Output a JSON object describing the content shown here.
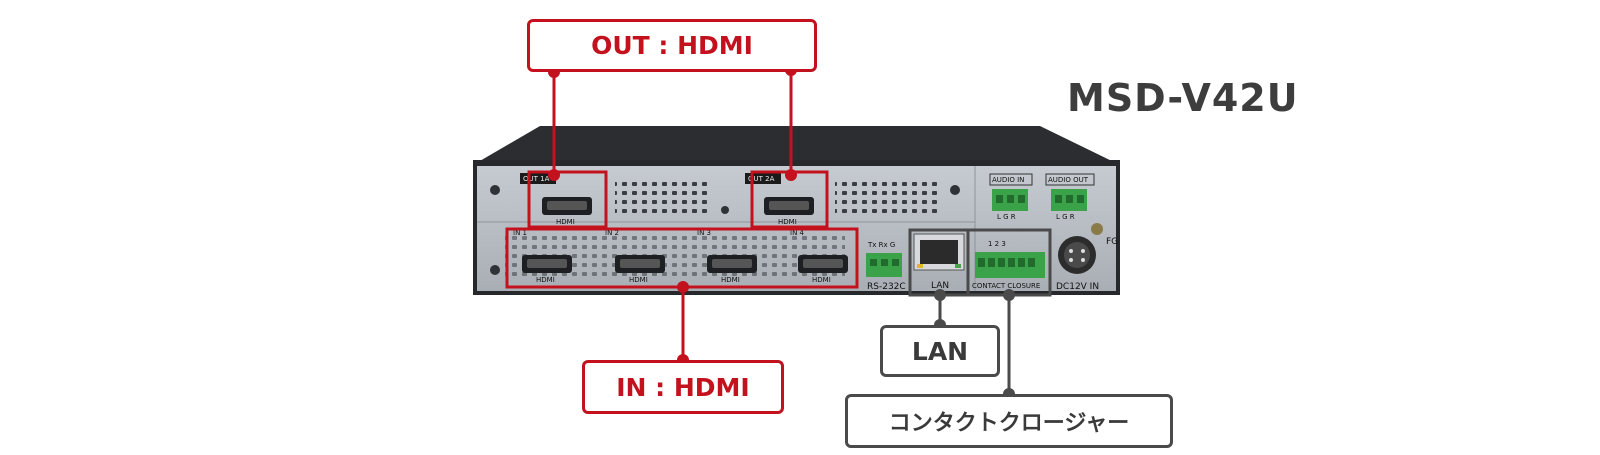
{
  "model_name": "MSD-V42U",
  "callouts": {
    "out_hdmi": "OUT : HDMI",
    "in_hdmi": "IN : HDMI",
    "lan": "LAN",
    "contact_closure": "コンタクトクロージャー"
  },
  "panel_labels": {
    "out_1a": "OUT 1A",
    "out_2a": "OUT 2A",
    "in_1": "IN 1",
    "in_2": "IN 2",
    "in_3": "IN 3",
    "in_4": "IN 4",
    "hdmi": "HDMI",
    "audio_in": "AUDIO IN",
    "audio_out": "AUDIO OUT",
    "audio_pins": "L  G  R",
    "rs232c_pins": "Tx  Rx  G",
    "rs232c": "RS-232C",
    "lan": "LAN",
    "contact_closure": "CONTACT CLOSURE",
    "contact_numbers": "1     2     3",
    "dc12v_in": "DC12V IN",
    "fg": "FG"
  },
  "colors": {
    "accent_red": "#c3121e",
    "gray_line": "#4a4a4a",
    "chassis_top": "#2b2d31",
    "panel_face": "#b9bec4"
  }
}
